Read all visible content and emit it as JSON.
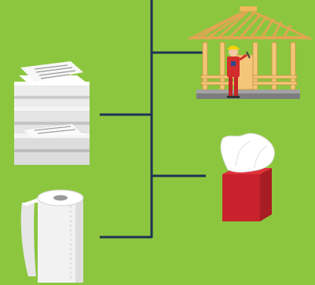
{
  "background_color": "#8cc63f",
  "connector_color": "#1f3352",
  "items": [
    {
      "name": "paper-stack",
      "icon": "paper-stack-icon"
    },
    {
      "name": "paper-towel-roll",
      "icon": "paper-towel-roll-icon"
    },
    {
      "name": "house-construction",
      "icon": "house-construction-icon"
    },
    {
      "name": "tissue-box",
      "icon": "tissue-box-icon"
    }
  ]
}
